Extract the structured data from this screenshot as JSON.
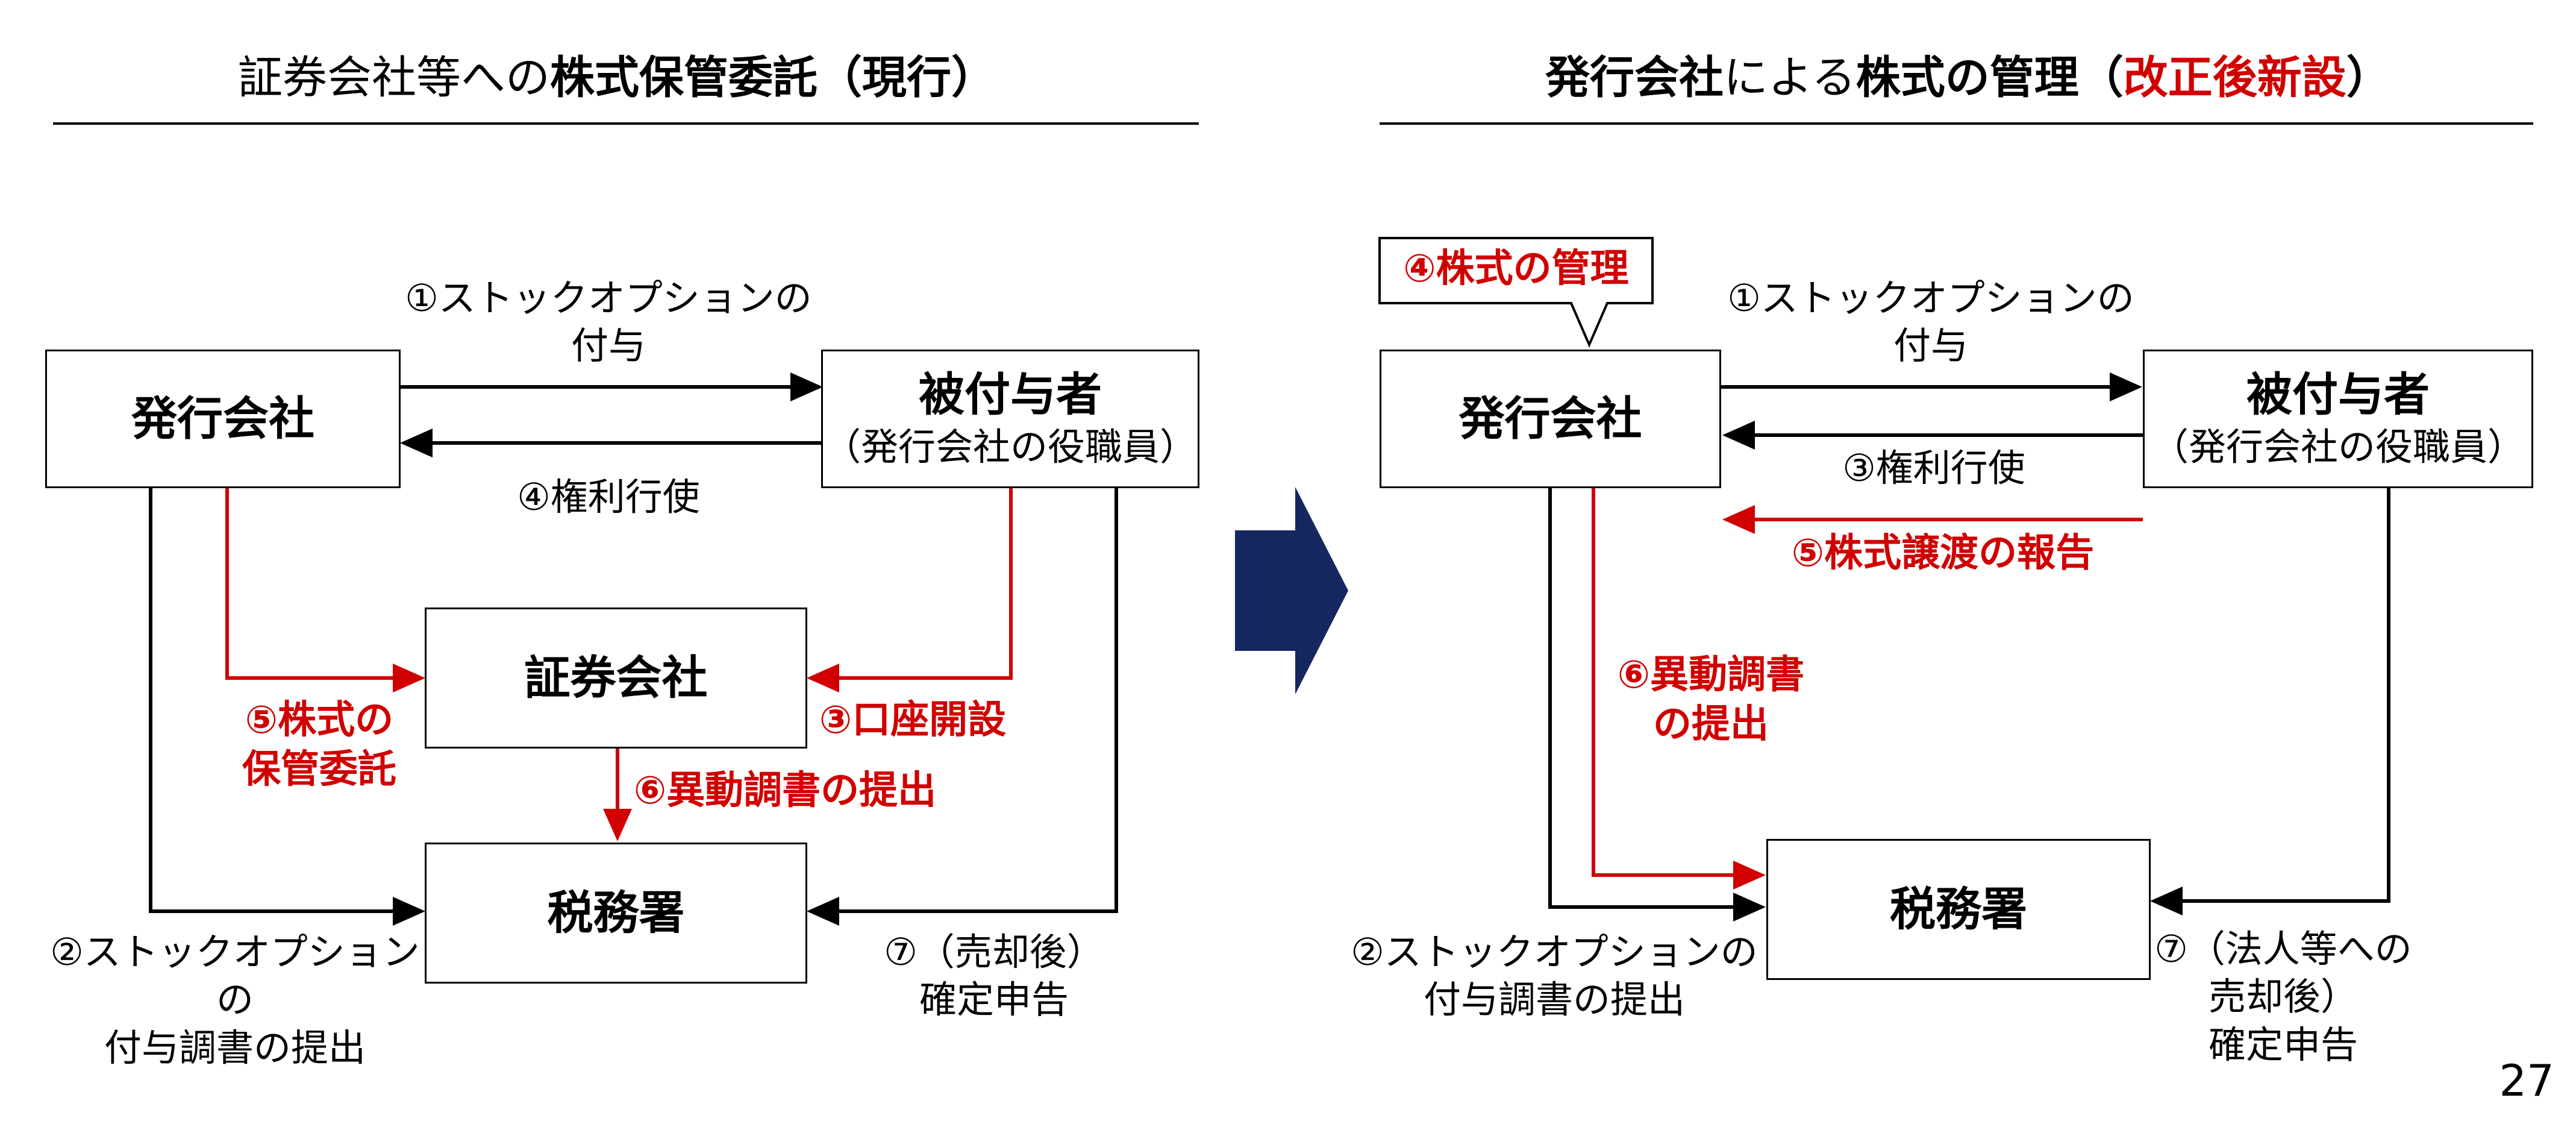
{
  "left_panel": {
    "title_plain": "証券会社等への",
    "title_bold": "株式保管委託（現行）",
    "box_issuer": "発行会社",
    "box_grantee_main": "被付与者",
    "box_grantee_sub": "（発行会社の役職員）",
    "box_securities": "証券会社",
    "box_tax": "税務署",
    "label_1": "①ストックオプションの\n付与",
    "label_4": "④権利行使",
    "label_5": "⑤株式の\n保管委託",
    "label_3": "③口座開設",
    "label_6": "⑥異動調書の提出",
    "label_2": "②ストックオプションの\n付与調書の提出",
    "label_7": "⑦（売却後）\n確定申告"
  },
  "right_panel": {
    "title_bold_1": "発行会社",
    "title_plain": "による",
    "title_bold_2": "株式の管理（",
    "title_red": "改正後新設",
    "title_close": "）",
    "callout": "④株式の管理",
    "box_issuer": "発行会社",
    "box_grantee_main": "被付与者",
    "box_grantee_sub": "（発行会社の役職員）",
    "box_tax": "税務署",
    "label_1": "①ストックオプションの\n付与",
    "label_3": "③権利行使",
    "label_5": "⑤株式譲渡の報告",
    "label_6": "⑥異動調書\nの提出",
    "label_2": "②ストックオプションの\n付与調書の提出",
    "label_7": "⑦（法人等への\n売却後）\n確定申告"
  },
  "page_number": "27",
  "colors": {
    "accent_red": "#d10000",
    "navy_arrow": "#14285f",
    "line": "#000000"
  }
}
